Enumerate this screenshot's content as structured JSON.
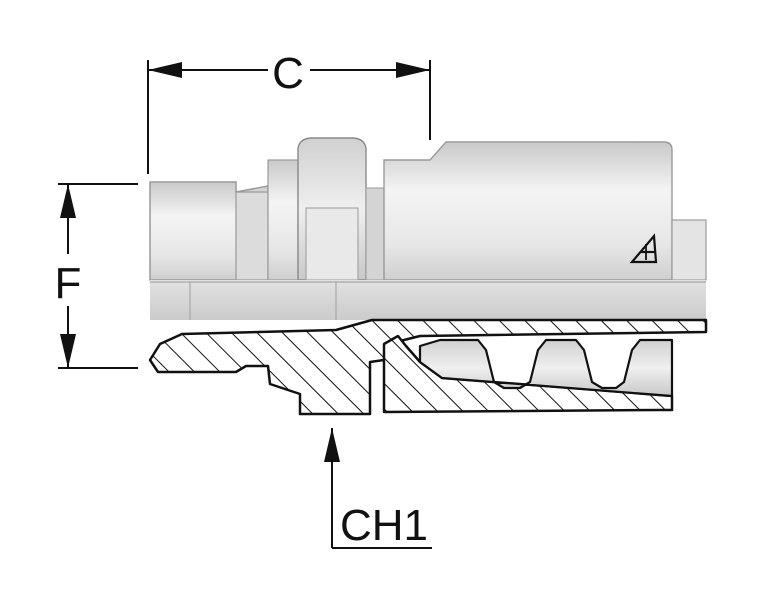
{
  "dimensions": {
    "c": "C",
    "f": "F",
    "ch1": "CH1"
  },
  "colors": {
    "ink": "#111111",
    "metal_light": "#f2f2f2",
    "metal_mid": "#d9d9d9",
    "metal_dark": "#bdbdbd"
  },
  "icons": {
    "logo": "brand-logo-icon"
  }
}
